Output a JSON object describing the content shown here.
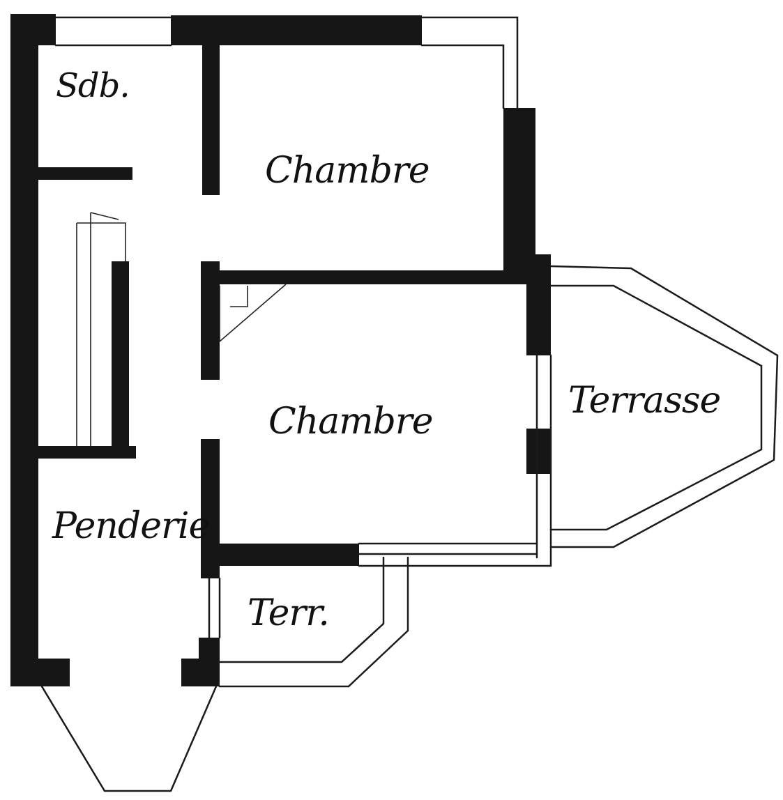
{
  "rooms": {
    "bathroom": "Sdb.",
    "bedroom_top": "Chambre",
    "bedroom_bottom": "Chambre",
    "terrace_large": "Terrasse",
    "wardrobe": "Penderie",
    "terrace_small": "Terr."
  }
}
